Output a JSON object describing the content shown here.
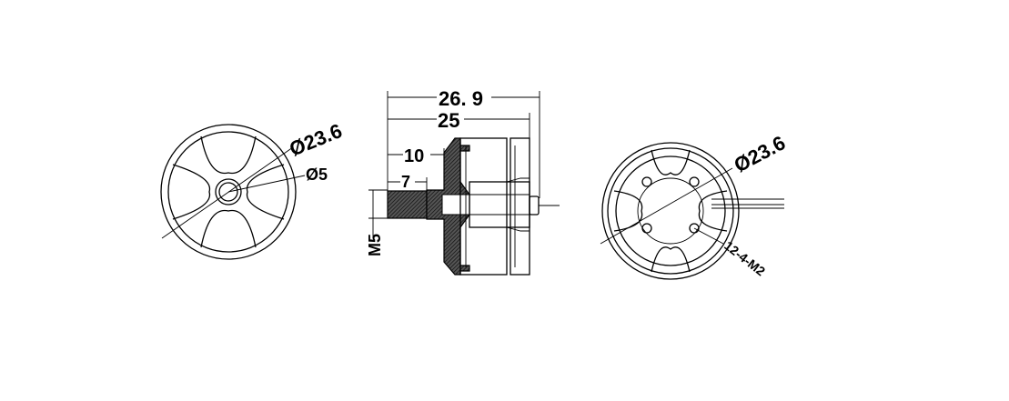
{
  "front_view": {
    "diameter_label": "Ø23.6",
    "shaft_label": "Ø5"
  },
  "side_view": {
    "overall_length_label": "26. 9",
    "body_length_label": "25",
    "shaft_to_flange_label": "10",
    "thread_length_label": "7",
    "thread_label": "M5"
  },
  "rear_view": {
    "diameter_label": "Ø23.6",
    "mount_holes_label": "12-4-M2"
  },
  "colors": {
    "line": "#000000",
    "background": "#ffffff"
  }
}
